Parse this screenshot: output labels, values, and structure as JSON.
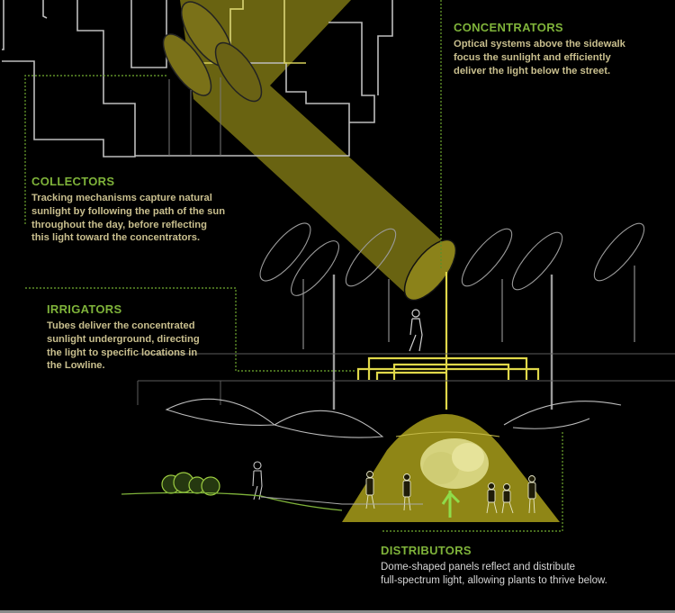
{
  "colors": {
    "background": "#000000",
    "heading_green": "#7fb33a",
    "body_tan": "#c9bf8e",
    "body_gray": "#d6d6d6",
    "light_beam": "#7d7414",
    "light_tube": "#e0d84a",
    "leader_line": "#6e9a2a",
    "outline": "#bdbdbd"
  },
  "labels": {
    "concentrators": {
      "title": "CONCENTRATORS",
      "lines": [
        "Optical systems above the sidewalk",
        "focus the sunlight and efficiently",
        "deliver the light below the street."
      ]
    },
    "collectors": {
      "title": "COLLECTORS",
      "lines": [
        "Tracking mechanisms capture natural",
        "sunlight by following the path of the sun",
        "throughout the day, before reflecting",
        "this light toward the concentrators."
      ]
    },
    "irrigators": {
      "title": "IRRIGATORS",
      "lines": [
        "Tubes deliver the concentrated",
        "sunlight underground, directing",
        "the light to specific locations in",
        "the Lowline."
      ]
    },
    "distributors": {
      "title": "DISTRIBUTORS",
      "lines": [
        "Dome-shaped panels reflect and distribute",
        "full-spectrum light, allowing plants to thrive below."
      ]
    }
  },
  "diagram": {
    "elements": [
      "building-outline",
      "rooftop-collector-dishes",
      "sunlight-beam",
      "street-concentrator-dishes",
      "pedestrian",
      "irrigator-tubes",
      "ceiling-dome-panels",
      "lit-distributor-cone",
      "tree",
      "underground-people",
      "shrubs",
      "ground-path"
    ]
  }
}
